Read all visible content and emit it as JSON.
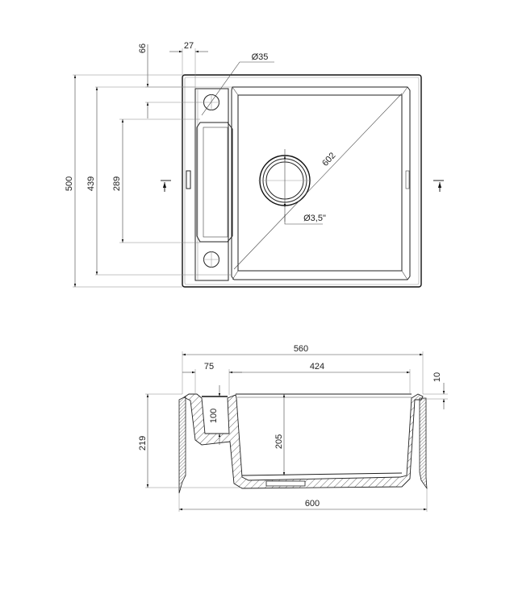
{
  "drawing": {
    "title": "Sink technical drawing",
    "top_view": {
      "dimensions": {
        "overall_depth": "500",
        "bowl_depth": "439",
        "drainer_length": "289",
        "offset_top": "66",
        "offset_left": "27",
        "tap_hole": "Ø35",
        "diagonal": "602",
        "drain": "Ø3,5\""
      }
    },
    "section_view": {
      "dimensions": {
        "overall_width_top": "560",
        "drainer_width": "75",
        "bowl_width": "424",
        "rim_height": "10",
        "total_height": "219",
        "drainer_depth": "100",
        "bowl_depth": "205",
        "cabinet_width": "600"
      }
    },
    "colors": {
      "line": "#222222",
      "dimension": "#444444",
      "hatch": "#666666"
    }
  }
}
